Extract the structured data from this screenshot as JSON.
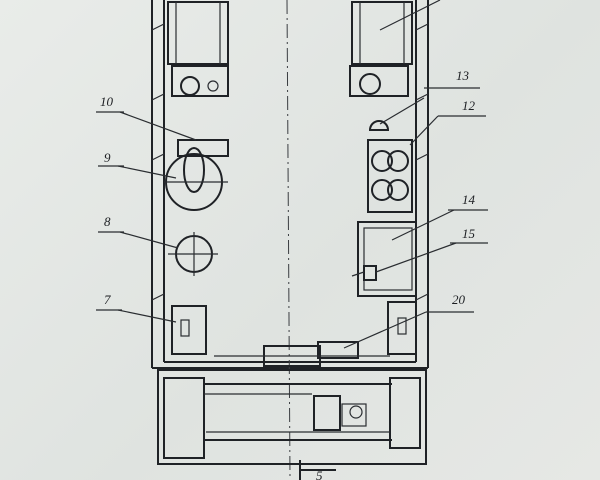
{
  "drawing": {
    "labels": [
      {
        "id": "13",
        "text": "13"
      },
      {
        "id": "12",
        "text": "12"
      },
      {
        "id": "10",
        "text": "10"
      },
      {
        "id": "9",
        "text": "9"
      },
      {
        "id": "14",
        "text": "14"
      },
      {
        "id": "15",
        "text": "15"
      },
      {
        "id": "8",
        "text": "8"
      },
      {
        "id": "7",
        "text": "7"
      },
      {
        "id": "20",
        "text": "20"
      }
    ],
    "section_mark": "5"
  },
  "colors": {
    "paper": "#e4e7e4",
    "ink": "#1f2226"
  }
}
